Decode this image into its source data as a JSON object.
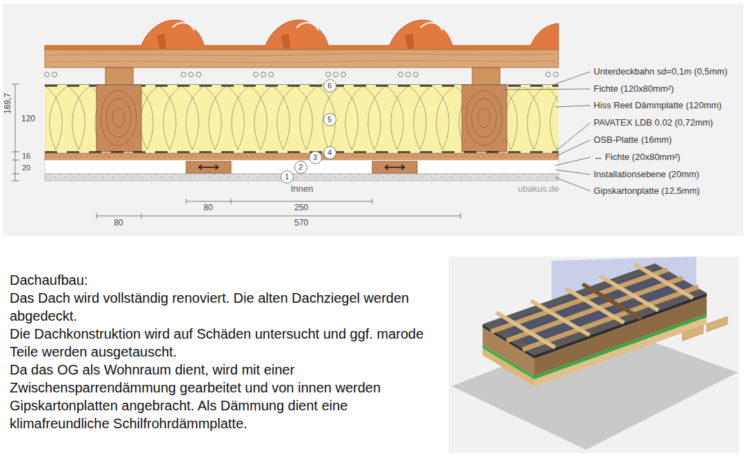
{
  "diagram": {
    "nodes": [
      {
        "text": [
          "1"
        ]
      },
      {
        "text": [
          "2"
        ]
      },
      {
        "text": [
          "3"
        ]
      },
      {
        "text": [
          "4"
        ]
      },
      {
        "text": [
          "5"
        ]
      },
      {
        "text": [
          "6"
        ]
      }
    ],
    "labels": [
      "Unterdeckbahn sd=0,1m (0,5mm)",
      "Fichte (120x80mm²)",
      "Hiss Reet Dämmplatte (120mm)",
      "PAVATEX LDB 0.02 (0,72mm)",
      "OSB-Platte (16mm)",
      "↔ Fichte (20x80mm²)",
      "Installationsebene (20mm)",
      "Gipskartonplatte (12,5mm)",
      "169,7",
      "120",
      "16",
      "20",
      "80",
      "250",
      "80",
      "570",
      "Innen",
      "ubakus.de",
      "Dachaufbau:",
      "Das Dach wird vollständig renoviert. Die alten Dachziegel werden abgedeckt.",
      "Die Dachkonstruktion wird auf Schäden untersucht und ggf. marode Teile werden ausgetauscht.",
      "Da das OG als Wohnraum dient, wird mit einer Zwischensparrendämmung gearbeitet und von innen werden Gipskartonplatten angebracht. Als Dämmung dient eine klimafreundliche Schilfrohrdämmplatte."
    ]
  }
}
